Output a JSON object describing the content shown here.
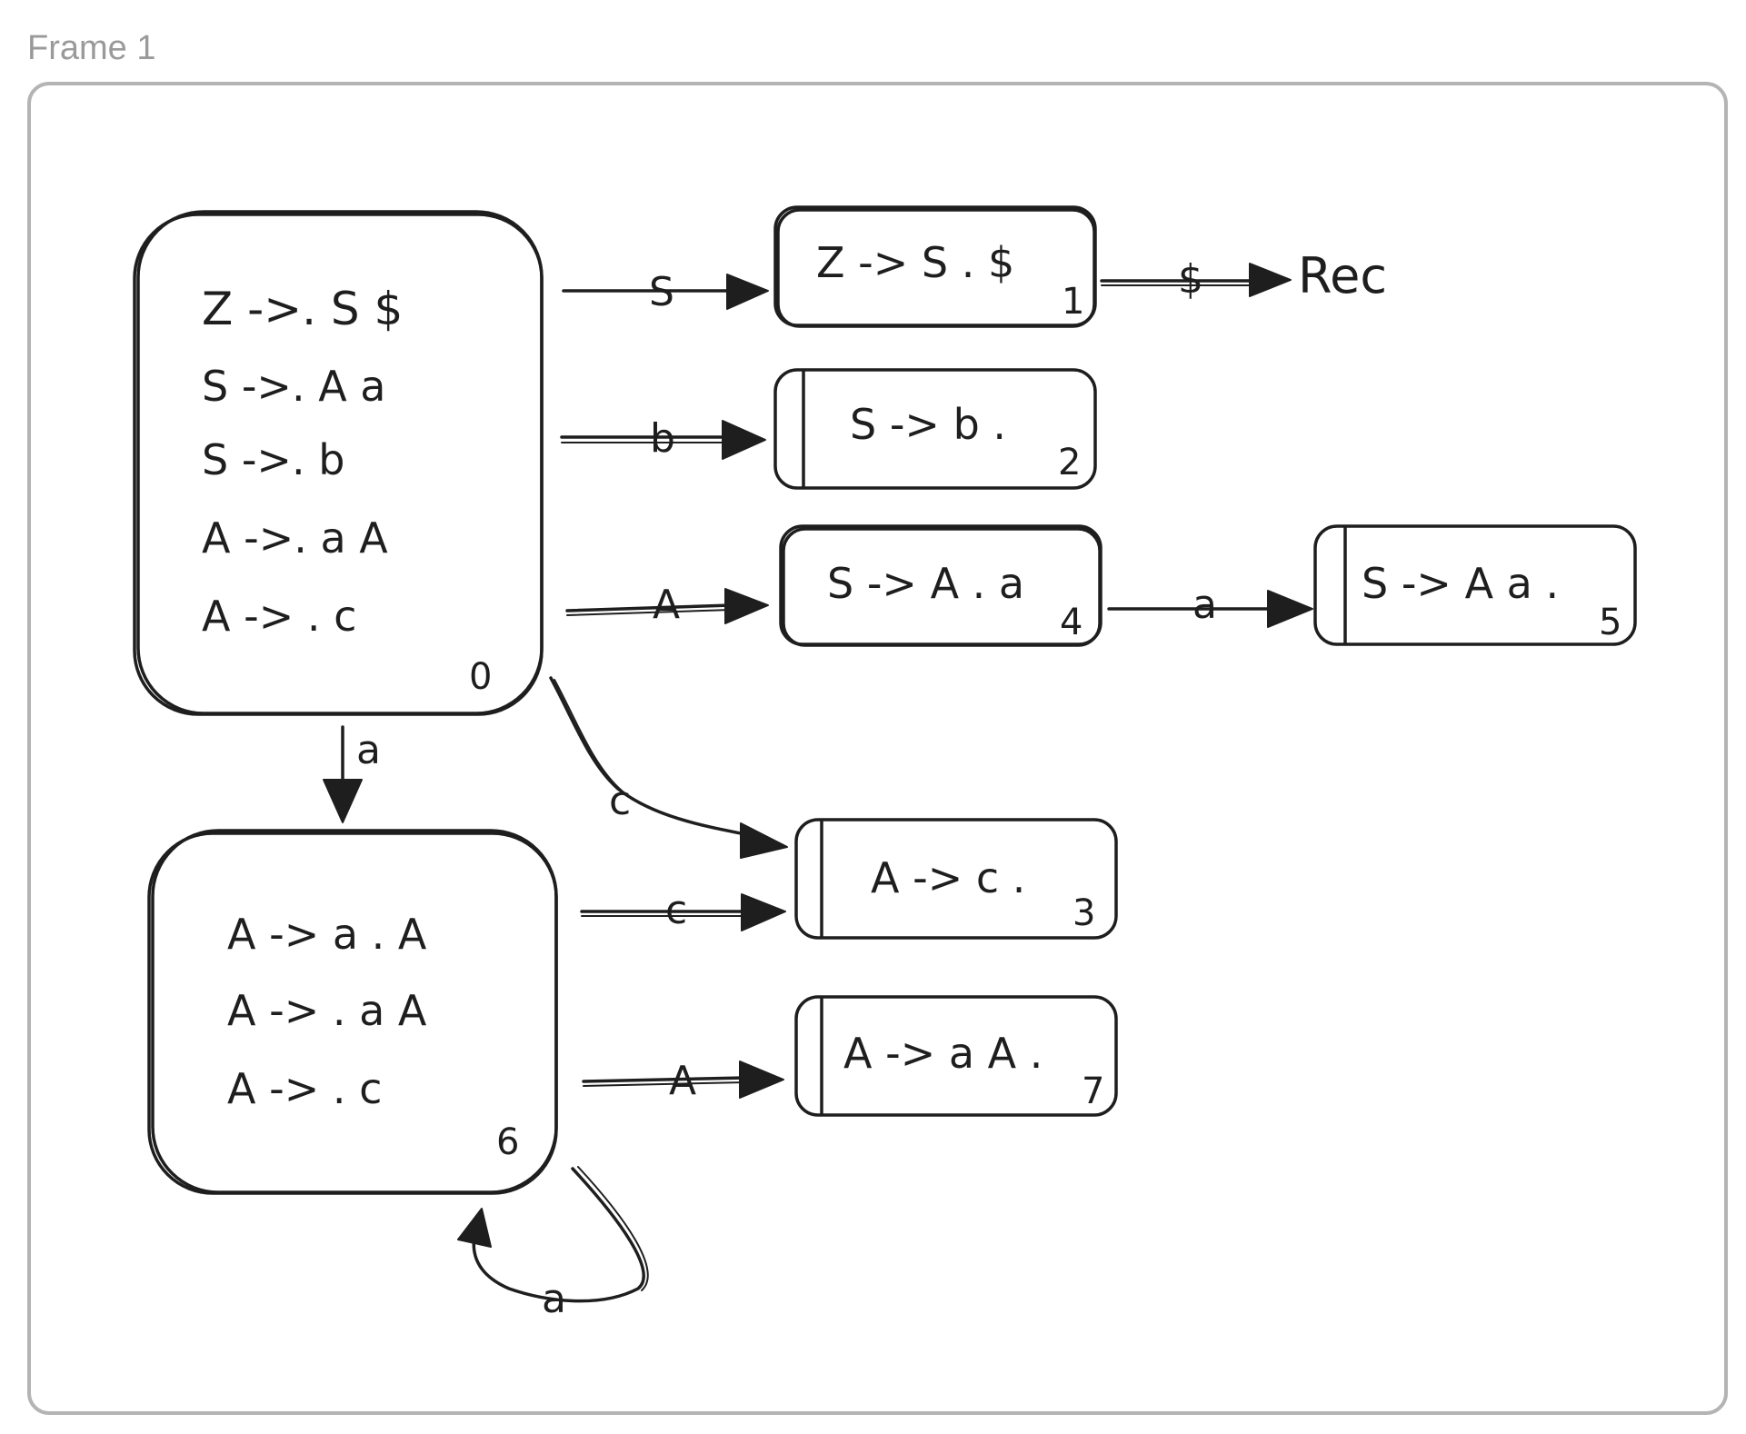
{
  "frame": {
    "label": "Frame 1"
  },
  "states": {
    "s0": {
      "number": "0",
      "items": [
        "Z ->.  S $",
        "S ->.  A a",
        "S ->.  b",
        "A ->.  a A",
        "A -> . c"
      ]
    },
    "s1": {
      "number": "1",
      "items": [
        "Z -> S . $"
      ]
    },
    "s2": {
      "number": "2",
      "items": [
        "S -> b ."
      ]
    },
    "s3": {
      "number": "3",
      "items": [
        "A -> c ."
      ]
    },
    "s4": {
      "number": "4",
      "items": [
        "S -> A . a"
      ]
    },
    "s5": {
      "number": "5",
      "items": [
        "S -> A a ."
      ]
    },
    "s6": {
      "number": "6",
      "items": [
        "A -> a .  A",
        "A -> . a A",
        "A -> . c"
      ]
    },
    "s7": {
      "number": "7",
      "items": [
        "A -> a A ."
      ]
    }
  },
  "transitions": {
    "t0_1": "S",
    "t0_2": "b",
    "t0_4": "A",
    "t4_5": "a",
    "t0_6": "a",
    "t0_3": "c",
    "t6_3": "c",
    "t6_7": "A",
    "t6_6": "a",
    "t1_accept": "$"
  },
  "accept": {
    "label": "Rec"
  }
}
